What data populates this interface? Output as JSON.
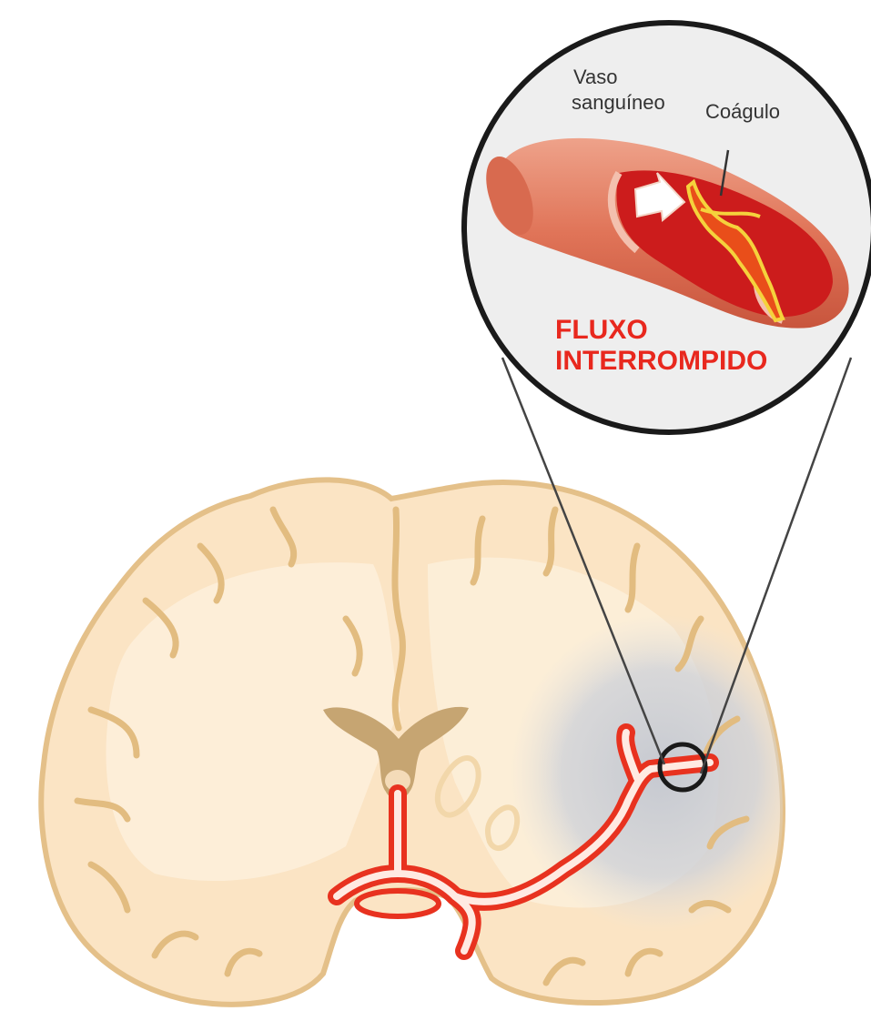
{
  "diagram": {
    "labels": {
      "vessel_line1": "Vaso",
      "vessel_line2": "sanguíneo",
      "clot": "Coágulo",
      "alert_line1": "FLUXO",
      "alert_line2": "INTERROMPIDO"
    },
    "colors": {
      "brain_fill": "#fbe4c4",
      "brain_outline": "#e9c892",
      "brain_inner": "#fdf0dc",
      "ventricle": "#c7a878",
      "ischemic_zone": "#c8cbd3",
      "artery": "#e8321f",
      "artery_inner": "#ffe9e2",
      "vessel_outer": "#e07458",
      "vessel_inner": "#cc1c1c",
      "clot": "#f5d23c",
      "alert": "#e8281e",
      "magnifier_bg": "#eeeeee",
      "magnifier_ring": "#1a1a1a"
    }
  }
}
